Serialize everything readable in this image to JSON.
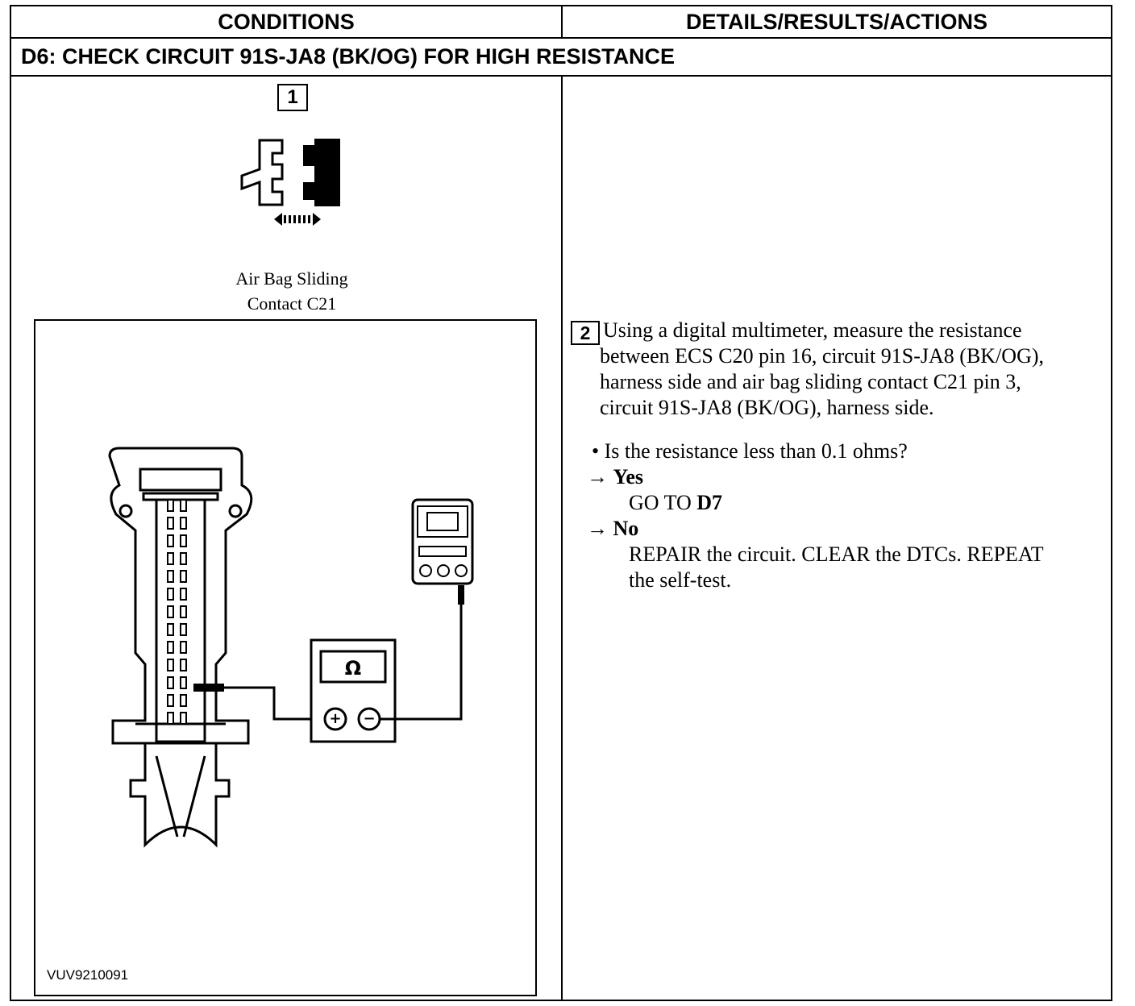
{
  "header": {
    "conditions": "CONDITIONS",
    "details": "DETAILS/RESULTS/ACTIONS"
  },
  "title": "D6: CHECK CIRCUIT 91S-JA8 (BK/OG) FOR HIGH RESISTANCE",
  "step1": {
    "number": "1",
    "caption_line1": "Air Bag Sliding",
    "caption_line2": "Contact C21"
  },
  "figure": {
    "id": "VUV9210091",
    "meter_symbol": "Ω",
    "plus": "+",
    "minus": "−"
  },
  "step2": {
    "number": "2",
    "line1": "Using a digital multimeter, measure the resistance",
    "line2": "between ECS C20 pin 16, circuit 91S-JA8 (BK/OG),",
    "line3": "harness side and air bag sliding contact C21 pin 3,",
    "line4": "circuit 91S-JA8 (BK/OG), harness side.",
    "question": "• Is the resistance less than 0.1 ohms?",
    "yes_arrow": "→",
    "yes_label": "Yes",
    "yes_action_prefix": "GO TO",
    "yes_action_target": "D7",
    "no_arrow": "→",
    "no_label": "No",
    "no_action_line1": "REPAIR the circuit. CLEAR the DTCs. REPEAT",
    "no_action_line2": "the self-test."
  }
}
